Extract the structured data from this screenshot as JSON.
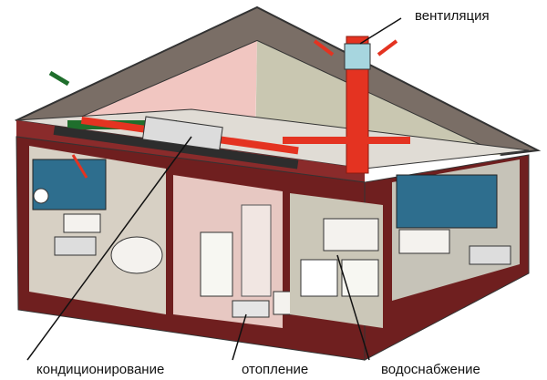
{
  "labels": {
    "ventilation": "вентиляция",
    "air_conditioning": "кондиционирование",
    "heating": "отопление",
    "water_supply": "водоснабжение"
  },
  "colors": {
    "walls": "#6f1f1f",
    "roof": "#7a6e66",
    "attic_pink": "#f1c6c1",
    "attic_sage": "#c9c7b1",
    "room_floor": "#d7d0c4",
    "ceiling": "#e0dcd5",
    "red_duct": "#e43321",
    "gray_duct": "#2d2d2d",
    "green_arrow": "#1f6e2c",
    "window": "#2e6e8e"
  },
  "icons": [
    "airflow-arrow-icon",
    "plant-icon",
    "bed-icon",
    "sofa-icon",
    "kitchen-cabinet-icon",
    "stove-icon",
    "washing-machine-icon",
    "radiator-icon",
    "door-icon"
  ]
}
